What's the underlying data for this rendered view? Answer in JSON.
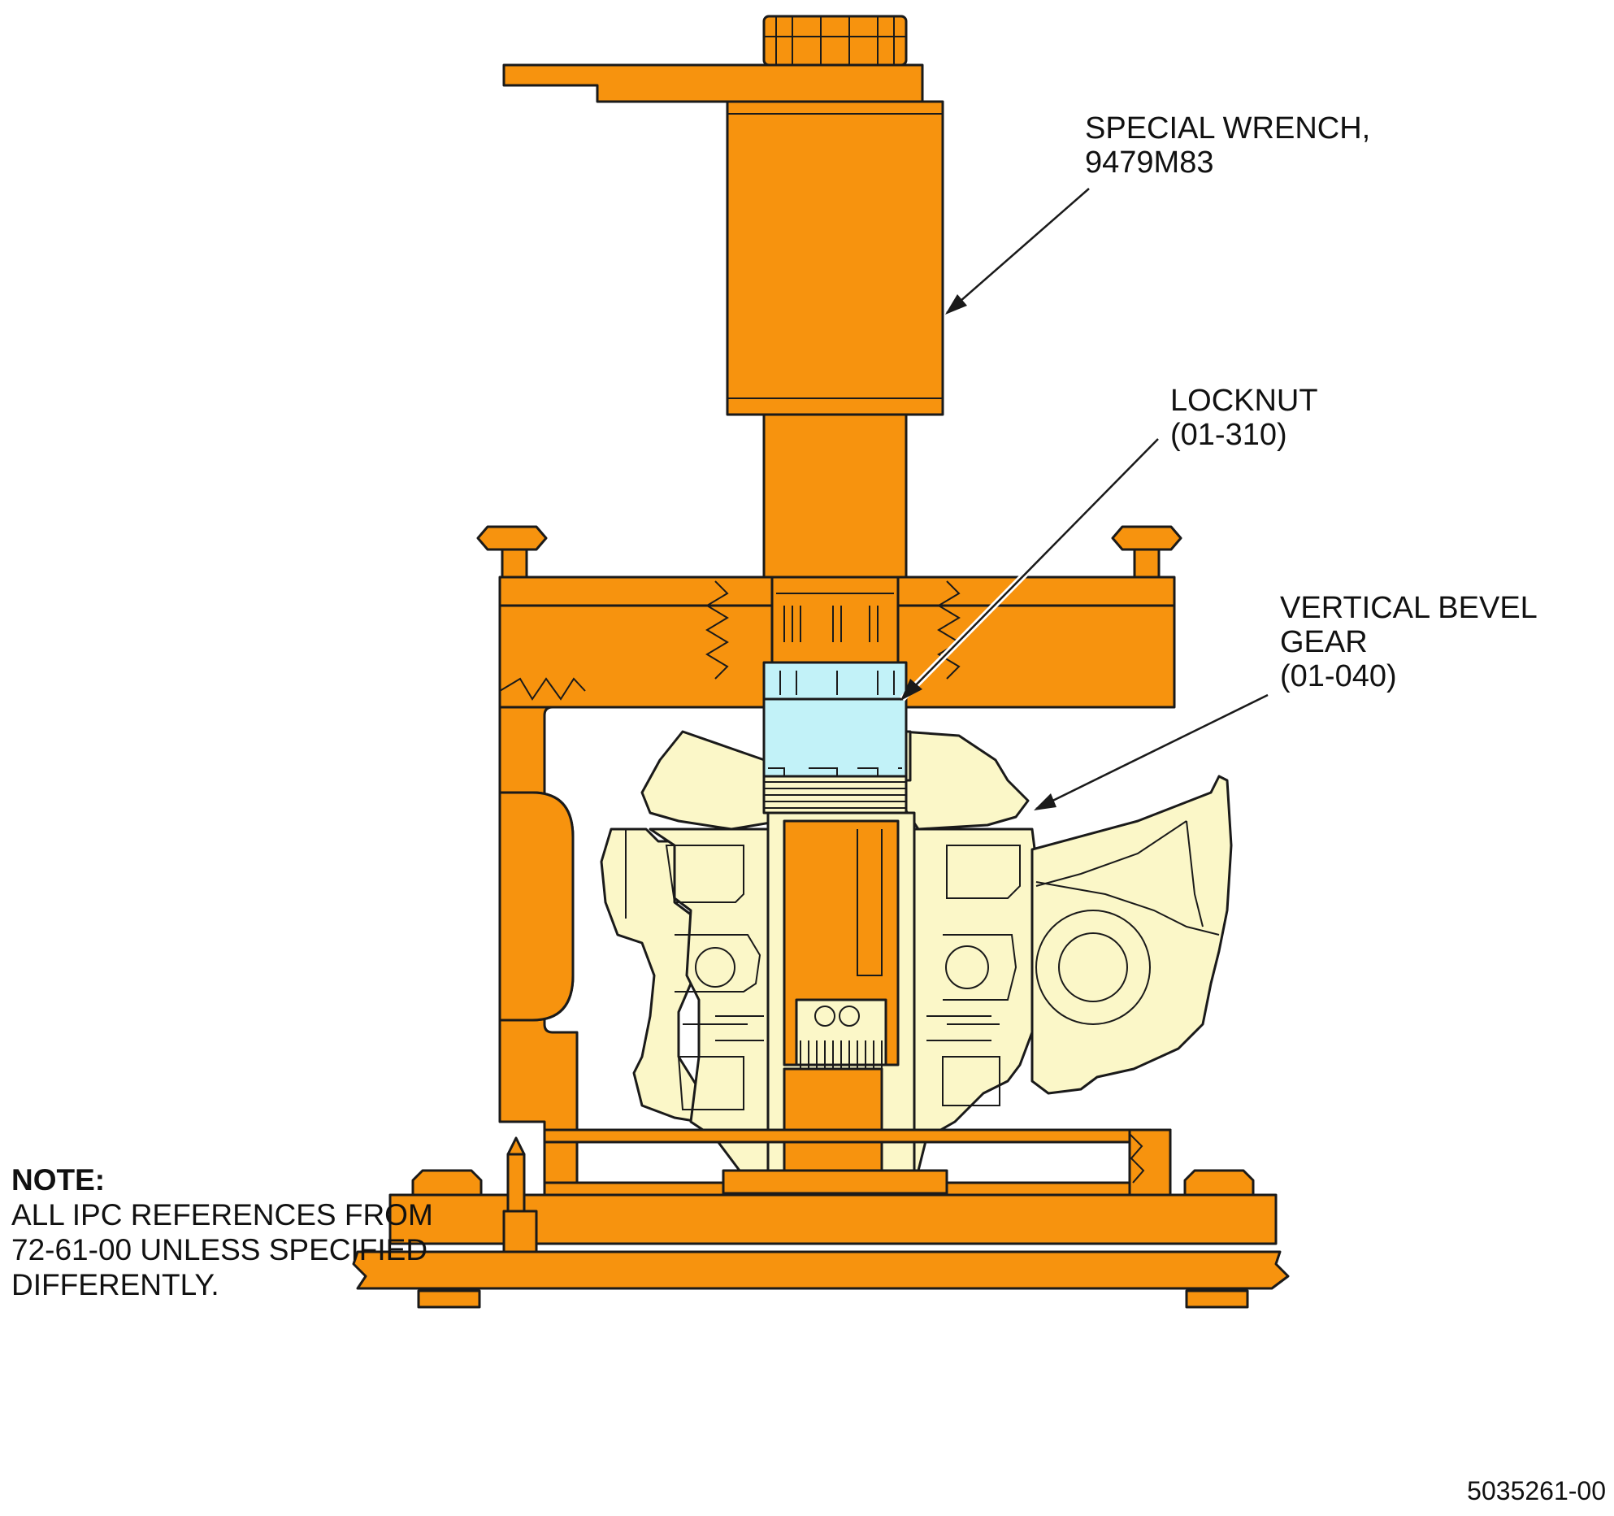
{
  "colors": {
    "tool": "#f7930e",
    "locknut": "#c2f2f8",
    "housing": "#fbf7c8",
    "outline": "#1a1a1a"
  },
  "callouts": {
    "special_wrench": {
      "line1": "SPECIAL WRENCH,",
      "line2": "9479M83"
    },
    "locknut": {
      "line1": "LOCKNUT",
      "line2": "(01-310)"
    },
    "vertical_bevel_gear": {
      "line1": "VERTICAL BEVEL",
      "line2": "GEAR",
      "line3": "(01-040)"
    }
  },
  "note": {
    "title": "NOTE:",
    "line1": "ALL IPC REFERENCES FROM",
    "line2": "72-61-00 UNLESS SPECIFIED",
    "line3": "DIFFERENTLY."
  },
  "figure_number": "5035261-00"
}
